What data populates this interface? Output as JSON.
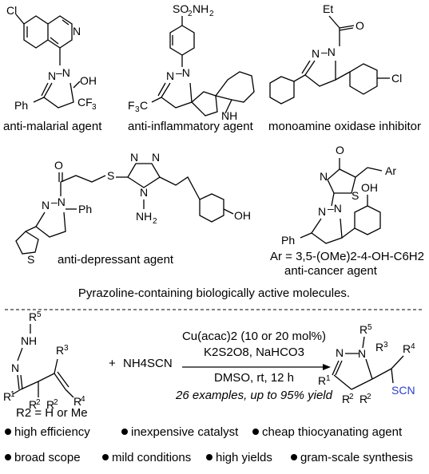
{
  "top_labels": {
    "antimalarial": "anti-malarial agent",
    "antiinflammatory": "anti-inflammatory agent",
    "mao": "monoamine oxidase inhibitor",
    "antidepressant": "anti-depressant agent",
    "ar_definition": "Ar = 3,5-(OMe)2-4-OH-C6H2",
    "anticancer": "anti-cancer agent",
    "caption": "Pyrazoline-containing biologically active molecules."
  },
  "reaction": {
    "reagent": "NH4SCN",
    "plus": "+",
    "conditions_line1": "Cu(acac)2 (10 or 20 mol%)",
    "conditions_line2": "K2S2O8, NaHCO3",
    "conditions_line3": "DMSO, rt, 12 h",
    "scope": "26 examples, up to 95% yield",
    "r2_note": "R2 = H or Me",
    "product_group": "SCN"
  },
  "highlights_row1": [
    "high efficiency",
    "inexpensive catalyst",
    "cheap thiocyanating agent"
  ],
  "highlights_row2": [
    "broad scope",
    "mild conditions",
    "high yields",
    "gram-scale synthesis"
  ],
  "colors": {
    "accent_red": "#e0201b",
    "accent_blue": "#2a3fd0",
    "text": "#000000"
  },
  "icons": [
    "bullet-dot-icon"
  ]
}
